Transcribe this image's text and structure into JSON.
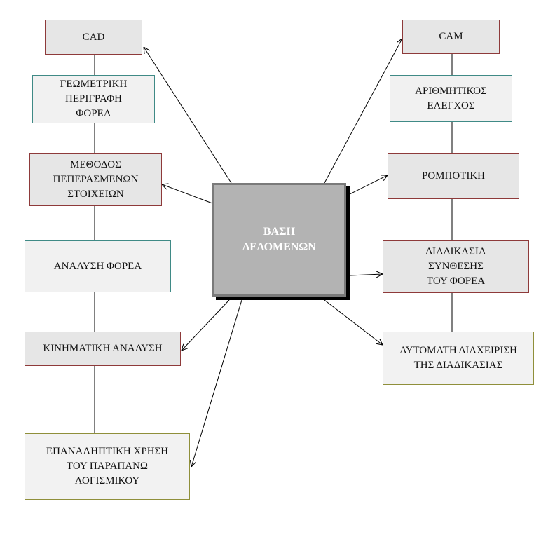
{
  "center": {
    "label": "ΒΑΣΗ\nΔΕΔΟΜΕΝΩΝ"
  },
  "left": [
    {
      "id": "cad",
      "label": "CAD"
    },
    {
      "id": "geometry",
      "label": "ΓΕΩΜΕΤΡΙΚΗ\nΠΕΡΙΓΡΑΦΗ\nΦΟΡΕΑ"
    },
    {
      "id": "fem",
      "label": "ΜΕΘΟΔΟΣ\nΠΕΠΕΡΑΣΜΕΝΩΝ\nΣΤΟΙΧΕΙΩΝ"
    },
    {
      "id": "analysis",
      "label": "ΑΝΑΛΥΣΗ ΦΟΡΕΑ"
    },
    {
      "id": "kinematic",
      "label": "ΚΙΝΗΜΑΤΙΚΗ ΑΝΑΛΥΣΗ"
    },
    {
      "id": "repeat",
      "label": "ΕΠΑΝΑΛΗΠΤΙΚΗ ΧΡΗΣΗ\nΤΟΥ ΠΑΡΑΠΑΝΩ\nΛΟΓΙΣΜΙΚΟΥ"
    }
  ],
  "right": [
    {
      "id": "cam",
      "label": "CAM"
    },
    {
      "id": "numeric",
      "label": "ΑΡΙΘΜΗΤΙΚΟΣ\nΕΛΕΓΧΟΣ"
    },
    {
      "id": "robotics",
      "label": "ΡΟΜΠΟΤΙΚΗ"
    },
    {
      "id": "synthesis",
      "label": "ΔΙΑΔΙΚΑΣΙΑ\nΣΥΝΘΕΣΗΣ\nΤΟΥ ΦΟΡΕΑ"
    },
    {
      "id": "automation",
      "label": "ΑΥΤΟΜΑΤΗ ΔΙΑΧΕΙΡΙΣΗ\nΤΗΣ ΔΙΑΔΙΚΑΣΙΑΣ"
    }
  ],
  "colors": {
    "red_border": "#8e3a3a",
    "teal_border": "#3f8a86",
    "olive_border": "#8f8f3a",
    "center_fill": "#b3b3b3"
  }
}
